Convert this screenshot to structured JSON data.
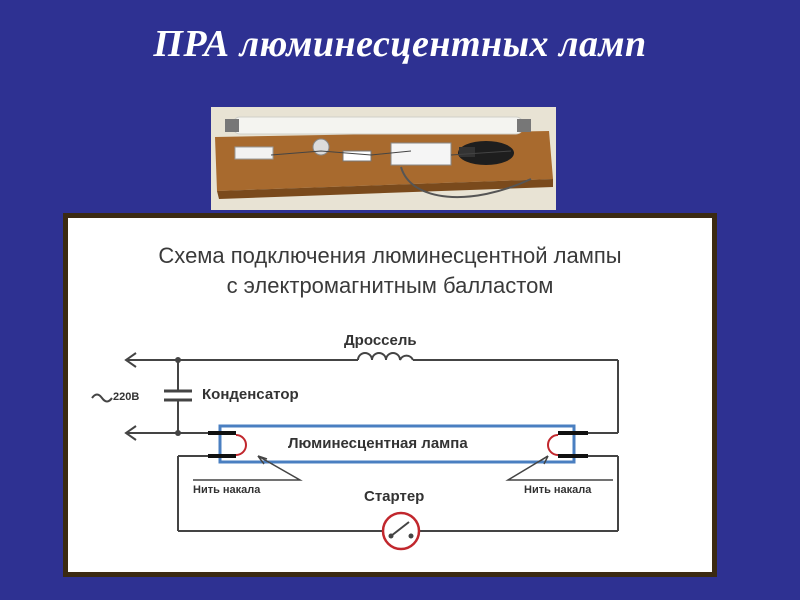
{
  "slide": {
    "title": "ПРА люминесцентных ламп"
  },
  "diagram": {
    "title_line1": "Схема подключения люминесцентной лампы",
    "title_line2": "с электромагнитным балластом",
    "choke_label": "Дроссель",
    "capacitor_label": "Конденсатор",
    "voltage_label": "220В",
    "lamp_label": "Люминесцентная лампа",
    "filament_left_label": "Нить накала",
    "filament_right_label": "Нить накала",
    "starter_label": "Стартер"
  },
  "colors": {
    "background": "#2e3192",
    "frame": "#3b2a12",
    "lamp_border": "#4a7fc1",
    "accent_red": "#c1272d"
  }
}
